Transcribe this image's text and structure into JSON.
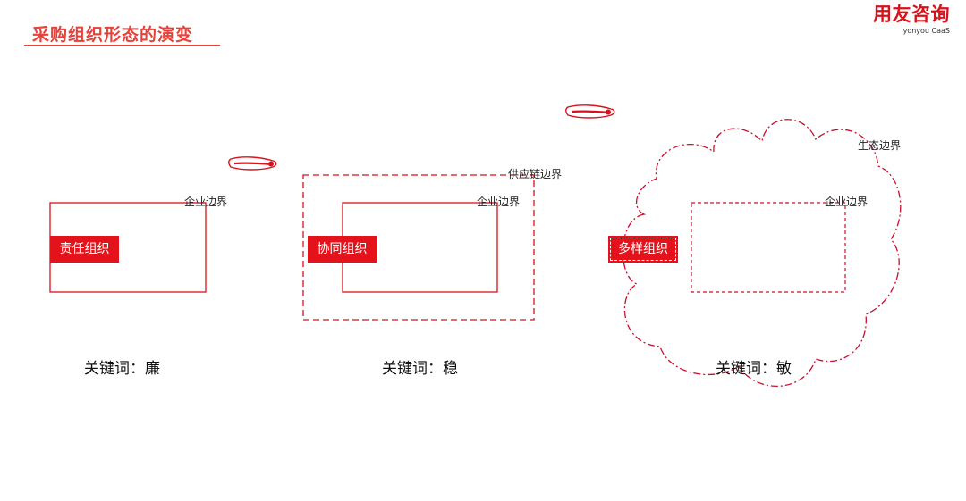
{
  "title": "采购组织形态的演变",
  "logo": {
    "name": "用友咨询",
    "subtitle": "yonyou CaaS"
  },
  "stages": [
    {
      "org_label": "责任组织",
      "boundary_labels": [
        "企业边界"
      ],
      "keyword": "关键词：廉"
    },
    {
      "org_label": "协同组织",
      "boundary_labels": [
        "供应链边界",
        "企业边界"
      ],
      "keyword": "关键词：稳"
    },
    {
      "org_label": "多样组织",
      "boundary_labels": [
        "生态边界",
        "企业边界"
      ],
      "keyword": "关键词：敏"
    }
  ],
  "colors": {
    "accent": "#e3121b",
    "title": "#e8413a"
  },
  "icons": [
    "transition-arrow-icon",
    "transition-arrow-icon"
  ]
}
